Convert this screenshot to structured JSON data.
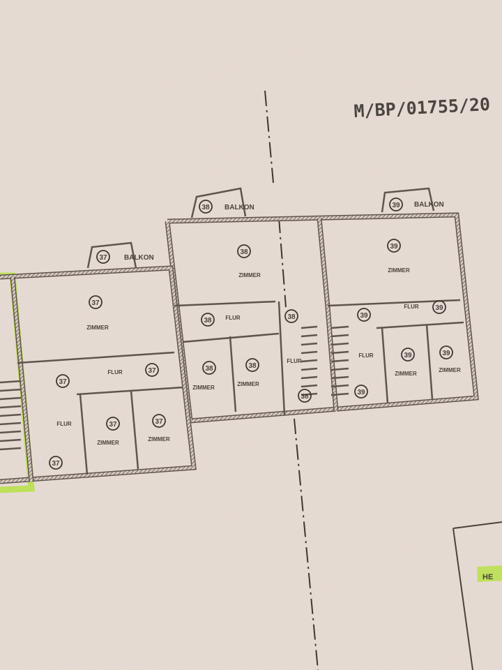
{
  "document_code": "M/BP/01755/20",
  "legend_box_text": "HE",
  "colors": {
    "paper": "#e9ddd5",
    "ink": "#5e554e",
    "highlight": "#b8e04a"
  },
  "units": [
    {
      "number": "37",
      "rooms": [
        {
          "type": "balkon",
          "label": "BALKON",
          "number": "37"
        },
        {
          "type": "zimmer",
          "label": "ZIMMER",
          "number": "37"
        },
        {
          "type": "flur",
          "label": "FLUR",
          "number": "37"
        },
        {
          "type": "stair-flur",
          "label": "FLUR",
          "number": "37"
        },
        {
          "type": "zimmer",
          "label": "ZIMMER",
          "number": "37"
        },
        {
          "type": "zimmer",
          "label": "ZIMMER",
          "number": "37"
        },
        {
          "type": "wc",
          "label": "",
          "number": "37"
        }
      ]
    },
    {
      "number": "38",
      "rooms": [
        {
          "type": "balkon",
          "label": "BALKON",
          "number": "38"
        },
        {
          "type": "zimmer",
          "label": "ZIMMER",
          "number": "38"
        },
        {
          "type": "flur",
          "label": "FLUR",
          "number": "38"
        },
        {
          "type": "stair-flur",
          "label": "FLUR",
          "number": "38"
        },
        {
          "type": "zimmer",
          "label": "ZIMMER",
          "number": "38"
        },
        {
          "type": "zimmer",
          "label": "ZIMMER",
          "number": "38"
        },
        {
          "type": "wc",
          "label": "",
          "number": "38"
        }
      ]
    },
    {
      "number": "39",
      "rooms": [
        {
          "type": "balkon",
          "label": "BALKON",
          "number": "39"
        },
        {
          "type": "zimmer",
          "label": "ZIMMER",
          "number": "39"
        },
        {
          "type": "flur",
          "label": "FLUR",
          "number": "39"
        },
        {
          "type": "stair-flur",
          "label": "FLUR",
          "number": "39"
        },
        {
          "type": "zimmer",
          "label": "ZIMMER",
          "number": "39"
        },
        {
          "type": "zimmer",
          "label": "ZIMMER",
          "number": "39"
        },
        {
          "type": "wc",
          "label": "",
          "number": "39"
        }
      ]
    }
  ]
}
